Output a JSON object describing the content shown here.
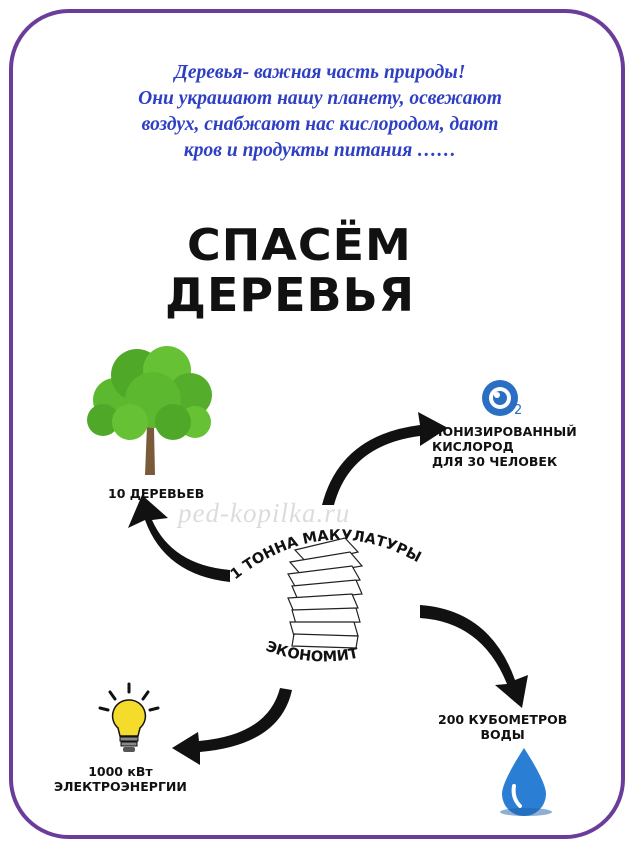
{
  "intro": {
    "line1": "Деревья- важная часть природы!",
    "line2": "Они украшают нашу планету, освежают",
    "line3": "воздух, снабжают нас кислородом, дают",
    "line4": "кров и продукты питания ……"
  },
  "poster": {
    "title_line1": "СПАСЁМ",
    "title_line2": "ДЕРЕВЬЯ",
    "curved_top": "1 ТОННА МАКУЛАТУРЫ",
    "curved_bottom": "ЭКОНОМИТ",
    "trees": "10 ДЕРЕВЬЕВ",
    "oxygen_line1": "ИОНИЗИРОВАННЫЙ",
    "oxygen_line2": "КИСЛОРОД",
    "oxygen_line3": "ДЛЯ 30 ЧЕЛОВЕК",
    "oxygen_symbol": "2",
    "water_line1": "200 КУБОМЕТРОВ",
    "water_line2": "ВОДЫ",
    "energy_line1": "1000 кВт",
    "energy_line2": "ЭЛЕКТРОЭНЕРГИИ",
    "watermark": "ped-kopilka.ru"
  },
  "colors": {
    "frame": "#6a3d9a",
    "intro_text": "#2e3fc4",
    "tree_leaves": "#5cb82e",
    "bulb": "#f5dc2a",
    "water": "#2a7fd4",
    "oxygen": "#2a6fc4"
  }
}
